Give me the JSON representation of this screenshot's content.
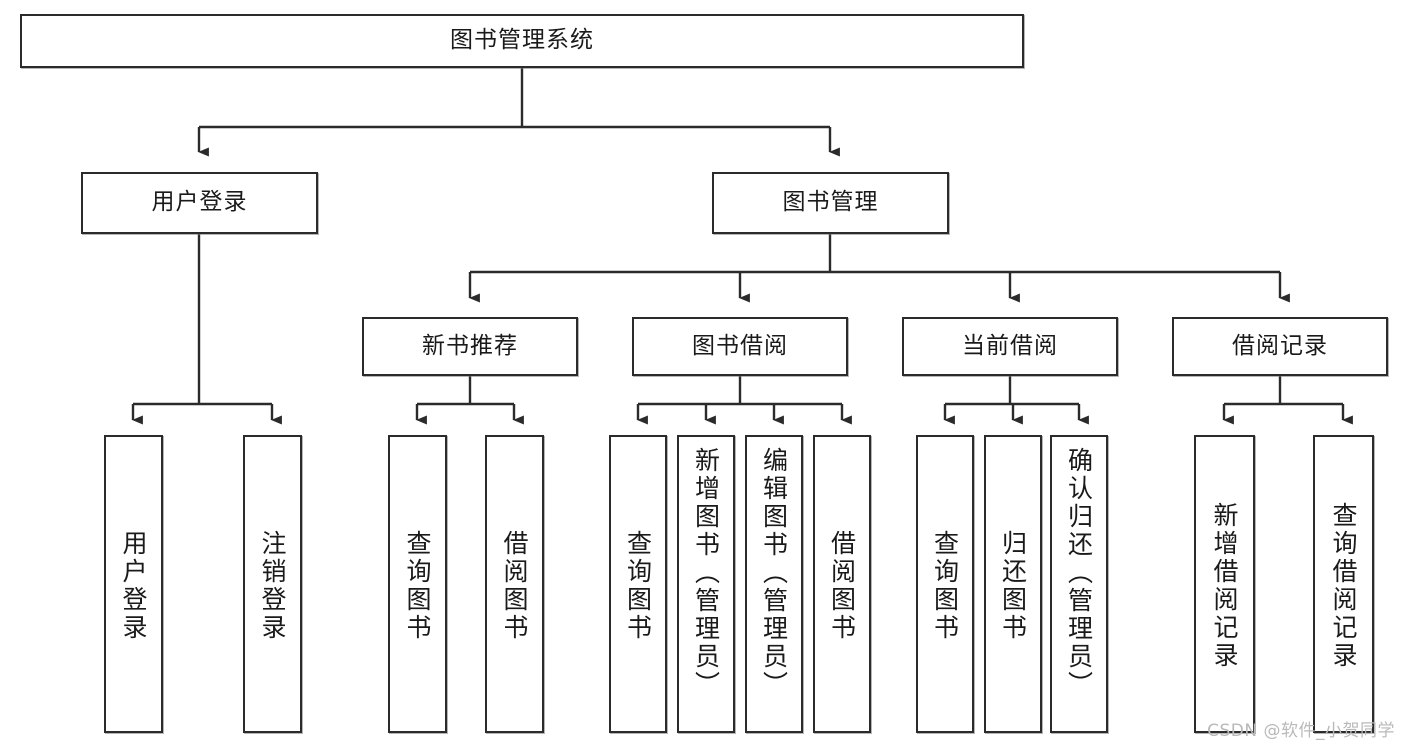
{
  "diagram": {
    "title": "图书管理系统",
    "root": {
      "label": "图书管理系统"
    },
    "level2": [
      {
        "label": "用户登录"
      },
      {
        "label": "图书管理"
      }
    ],
    "level3": [
      {
        "label": "新书推荐"
      },
      {
        "label": "图书借阅"
      },
      {
        "label": "当前借阅"
      },
      {
        "label": "借阅记录"
      }
    ],
    "leaves": {
      "user_login": [
        {
          "label": "用户登录"
        },
        {
          "label": "注销登录"
        }
      ],
      "new_book_recommend": [
        {
          "label": "查询图书"
        },
        {
          "label": "借阅图书"
        }
      ],
      "book_borrow": [
        {
          "label": "查询图书"
        },
        {
          "label": "新增图书（管理员）"
        },
        {
          "label": "编辑图书（管理员）"
        },
        {
          "label": "借阅图书"
        }
      ],
      "current_borrow": [
        {
          "label": "查询图书"
        },
        {
          "label": "归还图书"
        },
        {
          "label": "确认归还（管理员）"
        }
      ],
      "borrow_record": [
        {
          "label": "新增借阅记录"
        },
        {
          "label": "查询借阅记录"
        }
      ]
    }
  },
  "watermark": {
    "text": "CSDN @软件_小贺同学"
  },
  "colors": {
    "box_border": "#2b2b2b",
    "box_fill": "#ffffff",
    "line": "#2b2b2b",
    "text": "#1a1a1a",
    "watermark": "#b9b9b9"
  }
}
